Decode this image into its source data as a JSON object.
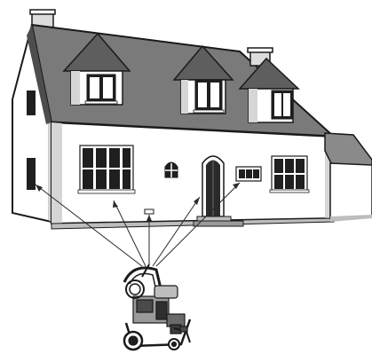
{
  "illustration": {
    "subject": "house-with-pressure-washer",
    "colors": {
      "roof": "#7a7a7a",
      "roof_dark": "#4d4d4d",
      "wall": "#ffffff",
      "wall_shade": "#d6d6d6",
      "outline": "#1a1a1a",
      "window_glass": "#1f1f1f",
      "ground": "#bdbdbd"
    },
    "spray_targets": [
      "left-wall-window",
      "main-window-left",
      "wall-plate",
      "front-door",
      "right-window-panel"
    ]
  }
}
